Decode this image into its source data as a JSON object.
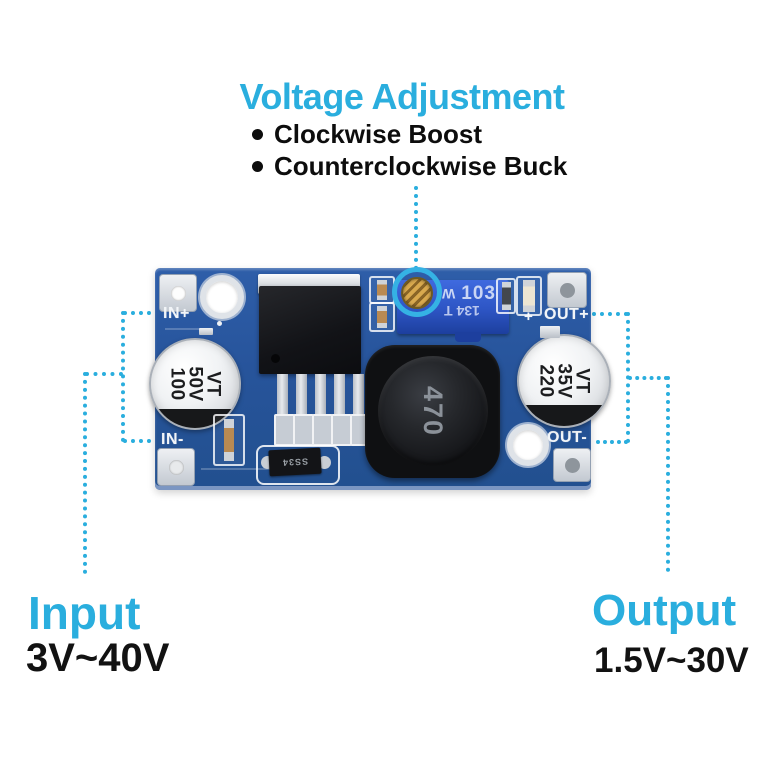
{
  "annotation": {
    "title": "Voltage Adjustment",
    "bullets": [
      "Clockwise Boost",
      "Counterclockwise Buck"
    ],
    "input": {
      "label": "Input",
      "range": "3V~40V"
    },
    "output": {
      "label": "Output",
      "range": "1.5V~30V"
    },
    "accent_color": "#2aaede"
  },
  "module": {
    "silkscreen": {
      "in_plus": "IN+",
      "in_minus": "IN-",
      "out_plus": "OUT+",
      "out_minus": "OUT-",
      "plus": "+"
    },
    "markings": {
      "input_capacitor": [
        "100",
        "50V",
        "VT"
      ],
      "output_capacitor": [
        "220",
        "35V",
        "VT"
      ],
      "inductor": "470",
      "potentiometer_prefix": "W",
      "potentiometer_value": "103",
      "potentiometer_code": "134 T",
      "diode": "SS34"
    },
    "colors": {
      "pcb": "#27549b",
      "potentiometer": "#2d55c4"
    }
  }
}
